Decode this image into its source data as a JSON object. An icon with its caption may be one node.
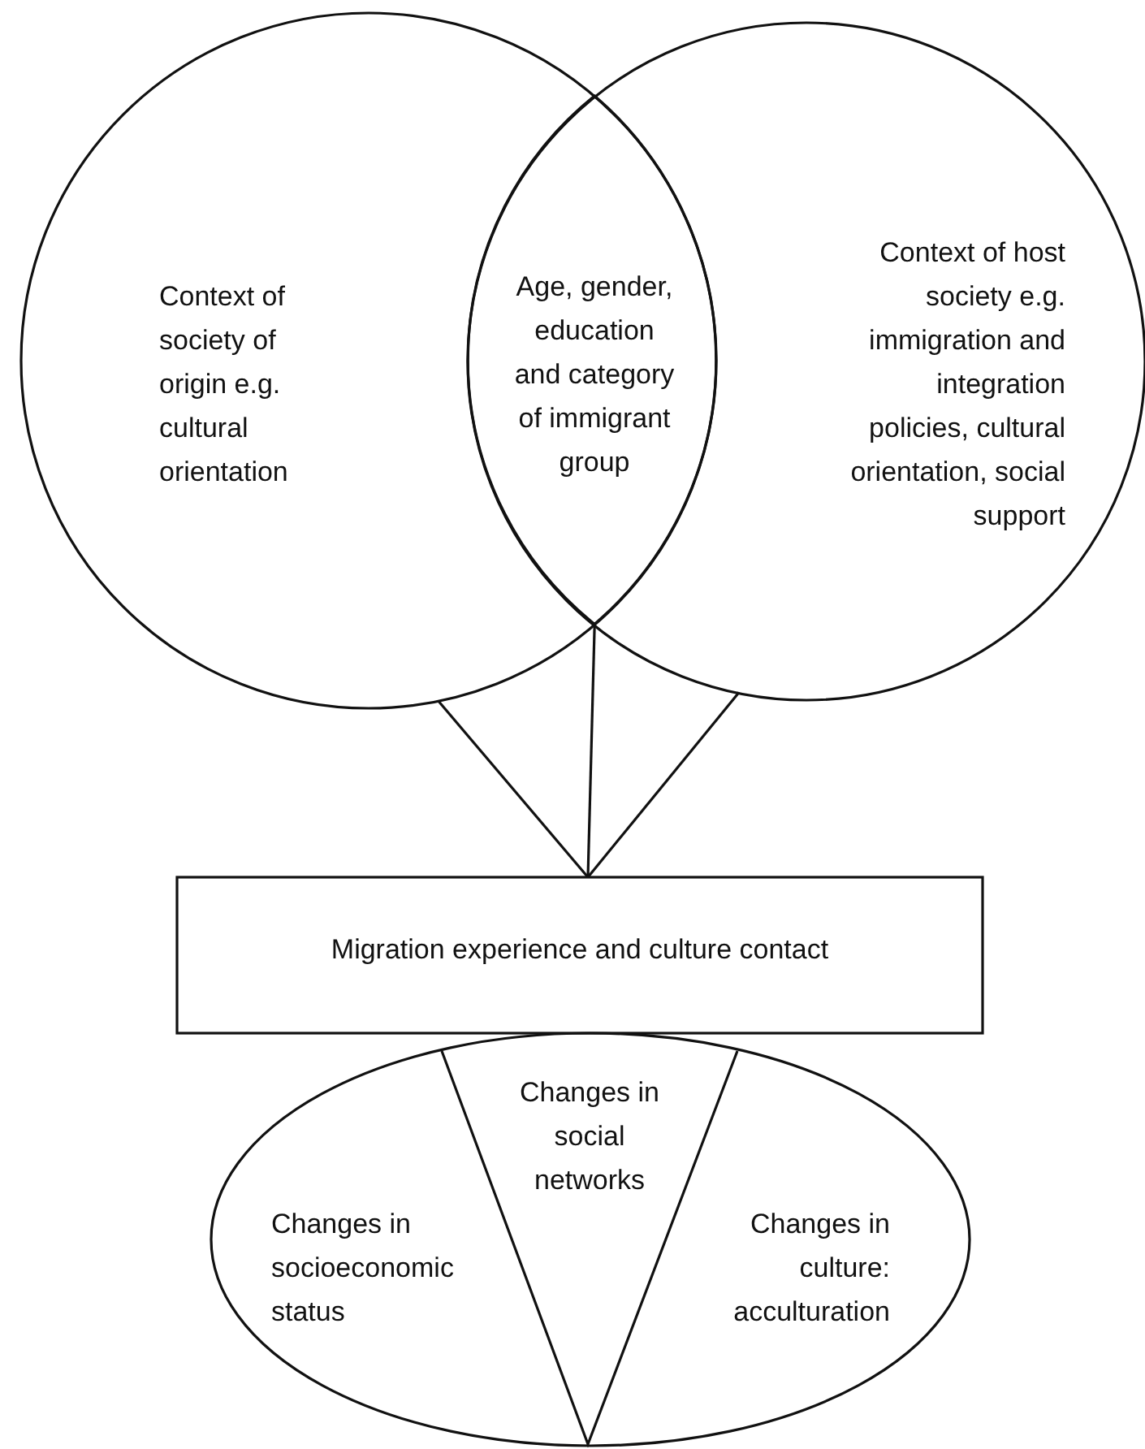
{
  "diagram": {
    "nodes": [
      {
        "text": [
          "Context of society of origin e.g. cultural orientation"
        ]
      },
      {
        "text": [
          "Context of host society e.g. immigration and integration policies, cultural orientation, social support"
        ]
      },
      {
        "text": [
          "Age, gender, education and category of immigrant group"
        ]
      },
      {
        "text": [
          "Migration experience and culture contact"
        ]
      },
      {
        "text": [],
        "shape": "ellipse"
      },
      {
        "text": [
          "Changes in socioeconomic status"
        ],
        "in": 4
      },
      {
        "text": [
          "Changes in social networks"
        ],
        "in": 4
      },
      {
        "text": [
          "Changes in culture: acculturation"
        ],
        "in": 4
      }
    ],
    "edges": [
      {
        "from": 0,
        "to": 3,
        "arrow": "none"
      },
      {
        "from": 2,
        "to": 3,
        "arrow": "none"
      },
      {
        "from": 1,
        "to": 3,
        "arrow": "none"
      }
    ]
  }
}
